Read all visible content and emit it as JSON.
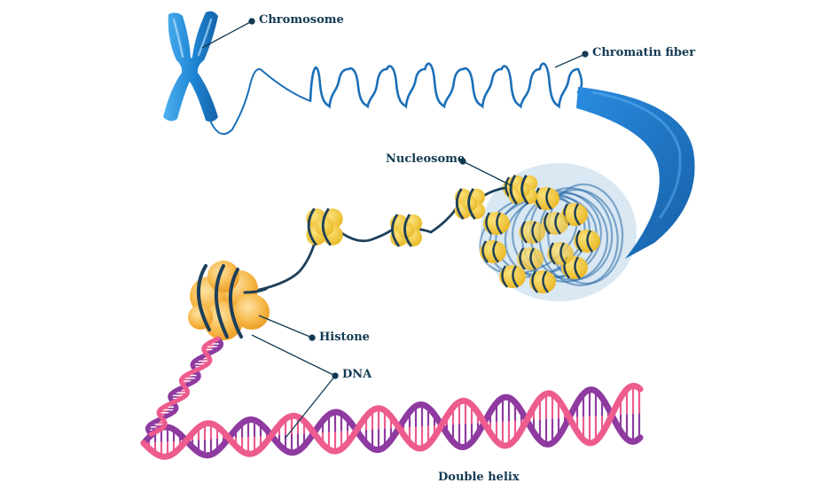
{
  "labels": {
    "chromosome": "Chromosome",
    "chromatin_fiber": "Chromatin fiber",
    "nucleosome": "Nucleosome",
    "histone": "Histone",
    "dna": "DNA",
    "double_helix": "Double helix"
  },
  "colors": {
    "chromosome_blue": "#1f86d4",
    "fiber_blue": "#1b6fb8",
    "histone_orange": "#f6b43a",
    "nucleosome_yellow": "#f3cd3c",
    "dna_pink": "#ee5b8e",
    "dna_purple": "#8e3aa0",
    "label_navy": "#123a52"
  }
}
